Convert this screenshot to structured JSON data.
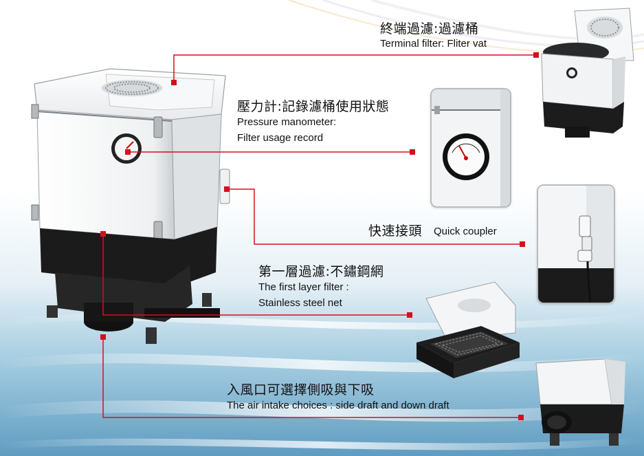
{
  "callouts": {
    "terminal_filter": {
      "zh": "終端過濾:過濾桶",
      "en": "Terminal filter: Fliter vat"
    },
    "pressure_manometer": {
      "zh": "壓力計:記錄濾桶使用狀態",
      "en_line1": "Pressure manometer:",
      "en_line2": "Filter usage record"
    },
    "quick_coupler": {
      "zh": "快速接頭",
      "en": "Quick coupler"
    },
    "first_layer_filter": {
      "zh": "第一層過濾:不鏽鋼網",
      "en_line1": "The first layer filter :",
      "en_line2": "Stainless steel net"
    },
    "air_intake": {
      "zh": "入風口可選擇側吸與下吸",
      "en": "The air intake choices : side draft and down draft"
    }
  },
  "colors": {
    "leader_line": "#d4101e",
    "leader_marker": "#d4101e",
    "panel_border": "#b9bcbe",
    "water": "#7fb7d6",
    "machine_white": "#f4f5f6",
    "machine_black": "#1b1b1b"
  }
}
